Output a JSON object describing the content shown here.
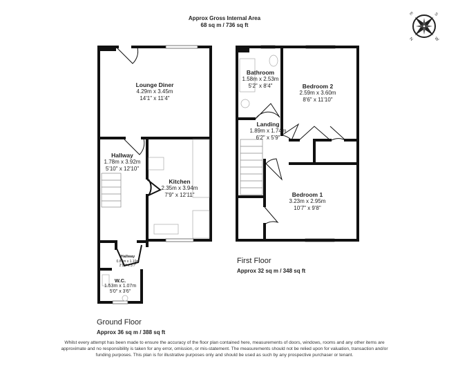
{
  "header": {
    "title": "Approx Gross Internal Area",
    "area": "68 sq m / 736 sq ft"
  },
  "compass": {
    "letters": [
      "N",
      "S",
      "E",
      "W"
    ],
    "icon": "compass-rose-icon"
  },
  "ground_floor": {
    "label": "Ground Floor",
    "area": "Approx 36 sq m / 388 sq ft",
    "rooms": [
      {
        "name": "Lounge Diner",
        "metric": "4.29m x 3.45m",
        "imperial": "14'1\" x 11'4\""
      },
      {
        "name": "Hallway",
        "metric": "1.78m x 3.92m",
        "imperial": "5'10\" x 12'10\""
      },
      {
        "name": "Kitchen",
        "metric": "2.35m x 3.94m",
        "imperial": "7'9\" x 12'11\""
      },
      {
        "name": "Hallway",
        "metric": "0.87m x 1.10m",
        "imperial": "2'10\" x 3'7\""
      },
      {
        "name": "W.C.",
        "metric": "1.53m x 1.07m",
        "imperial": "5'0\" x 3'6\""
      }
    ]
  },
  "first_floor": {
    "label": "First Floor",
    "area": "Approx 32 sq m / 348 sq ft",
    "rooms": [
      {
        "name": "Bathroom",
        "metric": "1.58m x 2.53m",
        "imperial": "5'2\" x 8'4\""
      },
      {
        "name": "Bedroom 2",
        "metric": "2.59m x 3.60m",
        "imperial": "8'6\" x 11'10\""
      },
      {
        "name": "Landing",
        "metric": "1.89m x 1.74m",
        "imperial": "6'2\" x 5'9\""
      },
      {
        "name": "Bedroom 1",
        "metric": "3.23m x 2.95m",
        "imperial": "10'7\" x 9'8\""
      }
    ]
  },
  "disclaimer": "Whilst every attempt has been made to ensure the accuracy of the floor plan contained here, measurements of doors, windows, rooms and any other items are approximate and no responsibility is taken for any error, omission, or mis-statement. The measurements should not be relied upon for valuation, transaction and/or funding purposes. This plan is for illustrative purposes only and should be used as such by any prospective purchaser or tenant."
}
